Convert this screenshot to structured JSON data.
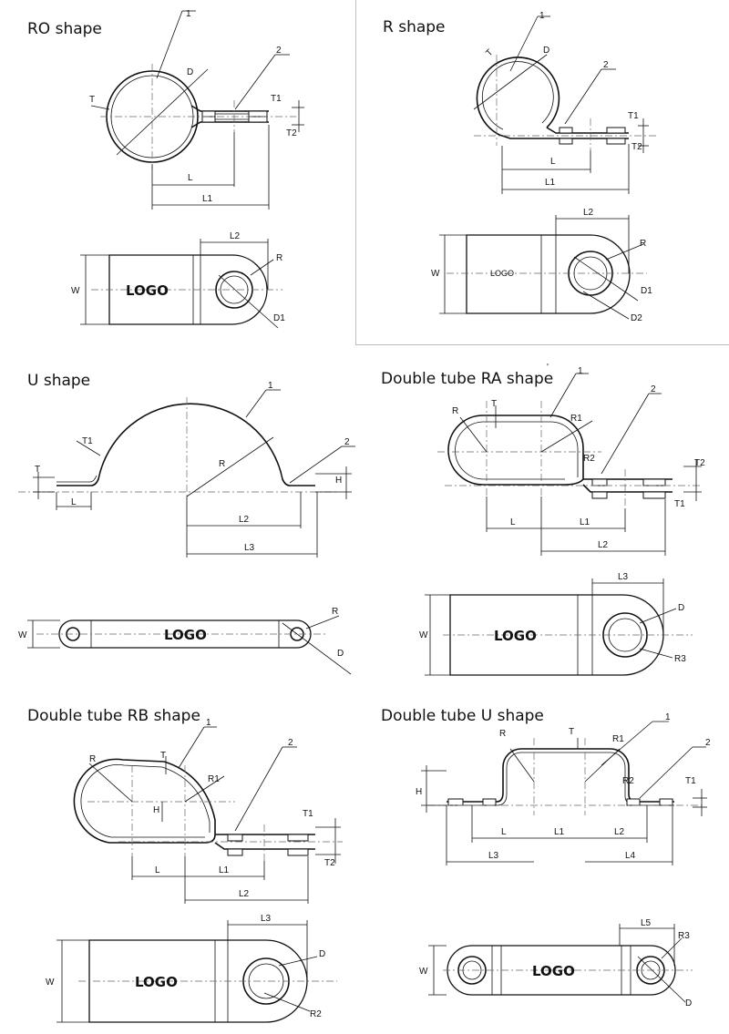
{
  "titles": {
    "ro": "RO shape",
    "r": "R shape",
    "u": "U shape",
    "dra": "Double tube RA shape",
    "drb": "Double tube RB shape",
    "du": "Double tube U shape"
  },
  "logo_text": "LOGO",
  "labels": {
    "one": "1",
    "two": "2",
    "T": "T",
    "T1": "T1",
    "T2": "T2",
    "D": "D",
    "D1": "D1",
    "D2": "D2",
    "L": "L",
    "L1": "L1",
    "L2": "L2",
    "L3": "L3",
    "L4": "L4",
    "L5": "L5",
    "R": "R",
    "R1": "R1",
    "R2": "R2",
    "R3": "R3",
    "W": "W",
    "H": "H",
    "tick": "'"
  }
}
